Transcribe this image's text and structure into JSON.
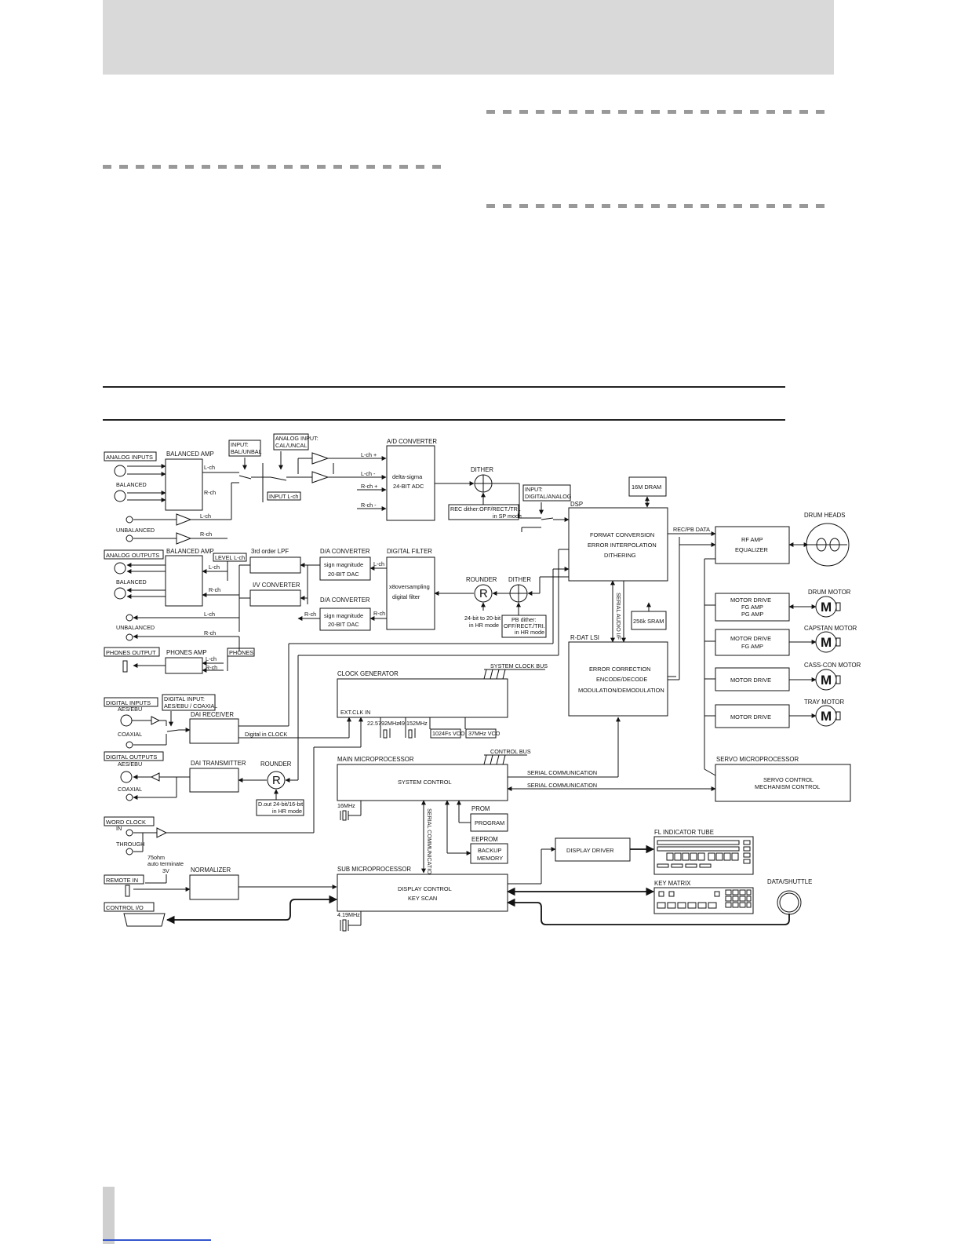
{
  "diagram": {
    "labels": {
      "analog_inputs": "ANALOG INPUTS",
      "balanced_amp": "BALANCED AMP",
      "balanced": "BALANCED",
      "unbalanced": "UNBALANCED",
      "input_bal": "INPUT:",
      "input_bal2": "BAL/UNBAL",
      "analog_input": "ANALOG INPUT:",
      "analog_input2": "CAL/UNCAL",
      "input_lch": "INPUT L-ch",
      "ad_converter": "A/D  CONVERTER",
      "adc1": "delta-sigma",
      "adc2": "24-BIT ADC",
      "lch_plus": "L-ch +",
      "lch_minus": "L-ch -",
      "rch_plus": "R-ch +",
      "rch_minus": "R-ch -",
      "lch": "L-ch",
      "rch": "R-ch",
      "dither": "DITHER",
      "rec_dither1": "REC dither:OFF/RECT./TRI.",
      "rec_dither2": "in SP mode",
      "input_dig1": "INPUT:",
      "input_dig2": "DIGITAL/ANALOG",
      "dram": "16M DRAM",
      "dsp": "DSP",
      "dsp1": "FORMAT CONVERSION",
      "dsp2": "ERROR INTERPOLATION",
      "dsp3": "DITHERING",
      "rec_pb": "REC/PB DATA",
      "rf1": "RF AMP",
      "rf2": "EQUALIZER",
      "drum_heads": "DRUM HEADS",
      "analog_outputs": "ANALOG OUTPUTS",
      "level_lch": "LEVEL L-ch",
      "lpf": "3rd order LPF",
      "iv": "I/V  CONVERTER",
      "da_converter": "D/A  CONVERTER",
      "dac1": "sign magnitude",
      "dac2": "20-BIT DAC",
      "digital_filter": "DIGITAL  FILTER",
      "df1": "x8oversampling",
      "df2": "digital  filter",
      "rounder": "ROUNDER",
      "r": "R",
      "round1": "24-bit to 20-bit",
      "round2": "in HR mode",
      "pb1": "PB dither:",
      "pb2": "OFF/RECT./TRI.",
      "pb3": "in HR mode",
      "serial_audio": "SERIAL AUDIO I/F",
      "sram": "256k SRAM",
      "rdat": "R-DAT LSI",
      "rdat1": "ERROR CORRECTION",
      "rdat2": "ENCODE/DECODE",
      "rdat3": "MODULATION/DEMODULATION",
      "motor_drive": "MOTOR DRIVE",
      "fg_amp": "FG AMP",
      "pg_amp": "PG AMP",
      "drum_motor": "DRUM MOTOR",
      "capstan_motor": "CAPSTAN MOTOR",
      "cass_motor": "CASS-CON MOTOR",
      "tray_motor": "TRAY MOTOR",
      "m": "M",
      "phones_output": "PHONES OUTPUT",
      "phones_amp": "PHONES AMP",
      "phones": "PHONES",
      "system_clock_bus": "SYSTEM CLOCK BUS",
      "clock_generator": "CLOCK  GENERATOR",
      "ext_clk": "EXT.CLK IN",
      "xtal1": "22.5792MHz",
      "xtal2": "49.152MHz",
      "vco1": "1024Fs VCO",
      "vco2": "37MHz VCO",
      "digital_inputs": "DIGITAL  INPUTS",
      "digital_input1": "DIGITAL INPUT:",
      "digital_input2": "AES/EBU / COAXIAL",
      "aes_ebu": "AES/EBU",
      "coaxial": "COAXIAL",
      "dai_receiver": "DAI  RECEIVER",
      "digital_in_clock": "Digital in CLOCK",
      "control_bus": "CONTROL BUS",
      "main_micro": "MAIN  MICROPROCESSOR",
      "system_control": "SYSTEM CONTROL",
      "serial_comm": "SERIAL COMMUNICATION",
      "servo_micro": "SERVO  MICROPROCESSOR",
      "servo1": "SERVO CONTROL",
      "servo2": "MECHANISM CONTROL",
      "digital_outputs": "DIGITAL  OUTPUTS",
      "dai_transmitter": "DAI  TRANSMITTER",
      "dout1": "D.out 24-bit/16-bit",
      "dout2": "in HR mode",
      "mhz16": "16MHz",
      "prom": "PROM",
      "program": "PROGRAM",
      "eeprom": "EEPROM",
      "backup1": "BACKUP",
      "backup2": "MEMORY",
      "word_clock": "WORD  CLOCK",
      "in": "IN",
      "through": "THROUGH",
      "ohm1": "75ohm",
      "ohm2": "auto terminate",
      "remote_in": "REMOTE IN",
      "v3": "3V",
      "normalizer": "NORMALIZER",
      "sub_micro": "SUB  MICROPROCESSOR",
      "display_control": "DISPLAY CONTROL",
      "key_scan": "KEY SCAN",
      "control_io": "CONTROL  I/O",
      "mhz419": "4.19MHz",
      "display_driver": "DISPLAY  DRIVER",
      "fl_tube": "FL  INDICATOR  TUBE",
      "key_matrix": "KEY MATRIX",
      "data_shuttle": "DATA/SHUTTLE"
    }
  }
}
